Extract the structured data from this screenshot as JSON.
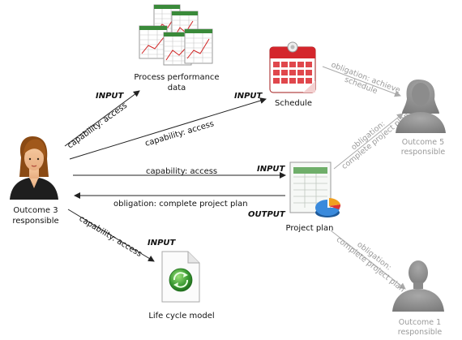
{
  "nodes": {
    "outcome3": {
      "line1": "Outcome 3",
      "line2": "responsible"
    },
    "outcome5": {
      "line1": "Outcome 5",
      "line2": "responsible"
    },
    "outcome1": {
      "line1": "Outcome 1",
      "line2": "responsible"
    },
    "process_data": {
      "line1": "Process performance",
      "line2": "data"
    },
    "schedule": {
      "label": "Schedule"
    },
    "project_plan": {
      "label": "Project plan"
    },
    "lifecycle": {
      "label": "Life cycle model"
    }
  },
  "edges": {
    "to_process": {
      "tag": "INPUT",
      "label": "capability: access"
    },
    "to_schedule": {
      "tag": "INPUT",
      "label": "capability: access"
    },
    "to_plan": {
      "tag": "INPUT",
      "label": "capability: access"
    },
    "from_plan": {
      "tag": "OUTPUT",
      "label": "obligation: complete project plan"
    },
    "to_lifecycle": {
      "tag": "INPUT",
      "label": "capability: access"
    },
    "sched_o5": {
      "line1": "obligation: achieve",
      "line2": "schedule"
    },
    "plan_o5": {
      "line1": "obligation:",
      "line2": "complete project plan"
    },
    "plan_o1": {
      "line1": "obligation:",
      "line2": "complete project plan"
    }
  },
  "icons": {
    "person_main": "woman-avatar-icon",
    "person_grey": "person-silhouette-icon",
    "calendar": "calendar-icon",
    "spreadsheet": "spreadsheet-icon",
    "document": "document-icon",
    "recycle": "recycle-icon",
    "pie": "pie-chart-icon"
  },
  "colors": {
    "arrow_dark": "#222222",
    "arrow_grey": "#aaaaaa",
    "calendar_red": "#d4262c",
    "silhouette": "#8a8a8a",
    "recycle_green": "#3a9a32"
  }
}
